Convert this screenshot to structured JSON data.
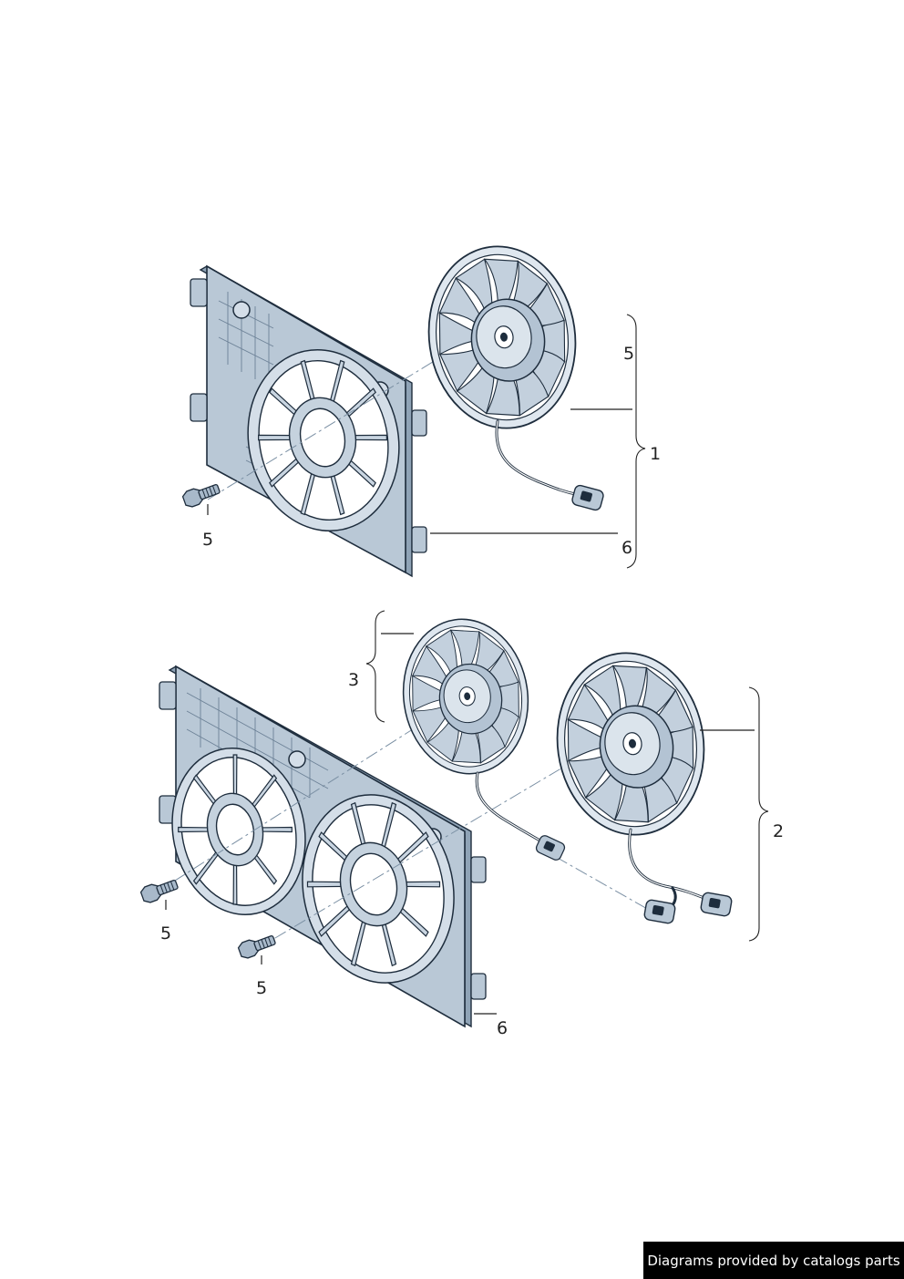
{
  "callouts": {
    "upper_fan_motor": "5",
    "upper_assembly": "1",
    "upper_shroud": "6",
    "upper_bolt": "5",
    "small_fan_group": "3",
    "large_fan_group": "2",
    "lower_bolt_left": "5",
    "lower_bolt_right": "5",
    "lower_shroud": "6"
  },
  "watermark": "Diagrams provided by catalogs parts",
  "icons": {
    "fan": "fan-icon",
    "bolt": "bolt-icon",
    "connector": "connector-icon",
    "shroud": "shroud-icon"
  },
  "colors": {
    "line": "#1e2d3d",
    "part_fill": "#b9c8d6",
    "part_light": "#dfe7ef",
    "watermark_bg": "#000000",
    "watermark_text": "#ffffff"
  }
}
